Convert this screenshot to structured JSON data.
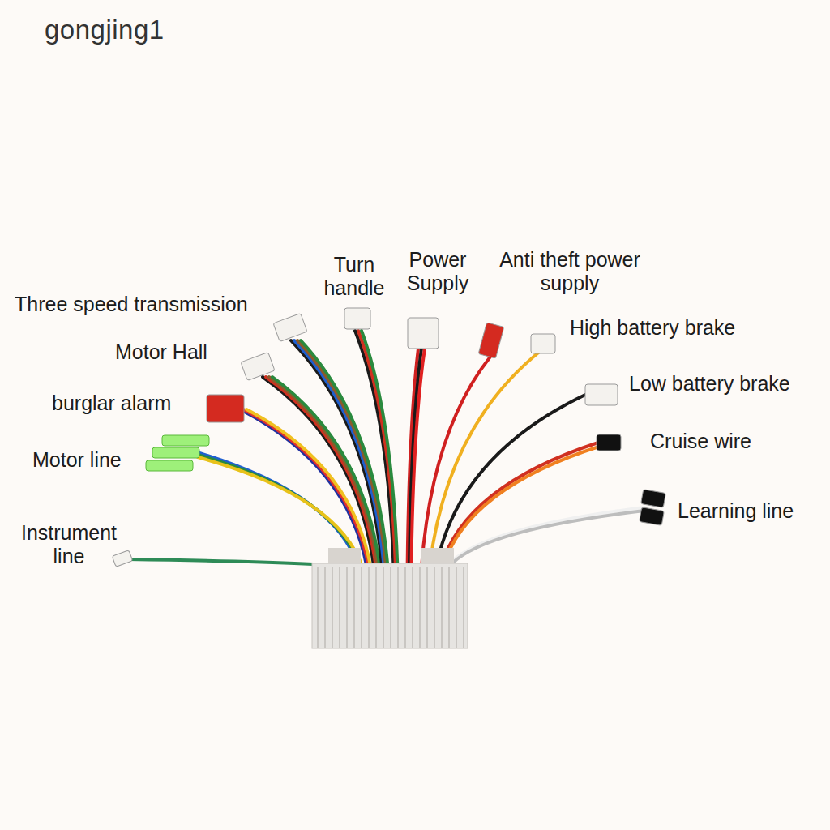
{
  "diagram": {
    "labels": [
      "gongjing1",
      "Turn handle",
      "Power Supply",
      "Anti theft power supply",
      "Three speed transmission",
      "High battery brake",
      "Motor Hall",
      "Low battery brake",
      "burglar alarm",
      "Cruise wire",
      "Motor line",
      "Learning line",
      "Instrument line"
    ]
  }
}
